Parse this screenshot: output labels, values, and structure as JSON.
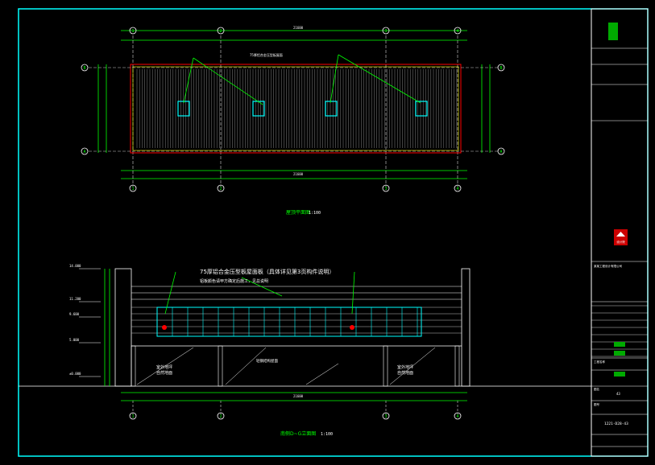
{
  "drawing": {
    "plan_title": "屋顶平面图",
    "plan_scale": "1:100",
    "elevation_title": "南侧D~G立面图",
    "elevation_scale": "1:100",
    "axis_numbers": [
      "1",
      "2",
      "3",
      "4"
    ],
    "axis_letters": [
      "A",
      "B"
    ],
    "plan_note_main": "75厚铝合金压型板屋面",
    "elevation_note_main": "75厚铝合金压型板屋面板（具体详见第3页构件说明）",
    "elevation_note_sub": "铝板颜色请甲方确定后施工，见总说明",
    "elevation_left_label_1": "室外地坪",
    "elevation_left_label_2": "自然地面",
    "elevation_right_label_1": "室外地坪",
    "elevation_right_label_2": "自然地面",
    "elevation_mid_label": "轻钢结构屋面",
    "level_marks": [
      "14.000",
      "11.200",
      "9.600",
      "5.000",
      "±0.000"
    ],
    "total_dim": "21600"
  },
  "title_block": {
    "logo_text": "设计院",
    "project_title": "某某工程设计有限公司",
    "drawing_number": "1221-D28-43",
    "sheet_no": "43",
    "label_project": "工程名称",
    "label_drawing": "图名",
    "label_number": "图号"
  },
  "colors": {
    "frame": "#00ffff",
    "axis_bubble": "#ffffff",
    "dim_line": "#00ff00",
    "roof_outline": "#ff0000",
    "roof_hatch": "#c0c0c0",
    "skylight": "#00ffff",
    "logo_bg": "#cc0000"
  }
}
